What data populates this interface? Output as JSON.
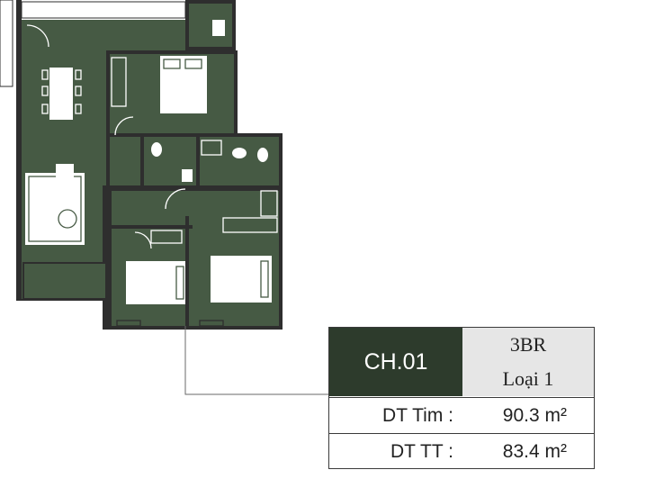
{
  "unit": {
    "code": "CH.01",
    "type": "3BR",
    "layout": "Loại 1",
    "area_gross_label": "DT Tim :",
    "area_gross_value": "90.3 m²",
    "area_net_label": "DT TT :",
    "area_net_value": "83.4 m²"
  },
  "colors": {
    "room_fill": "#465a44",
    "wall": "#2e2e2e",
    "furniture": "#ffffff",
    "label_bg": "#2d3b2c",
    "cell_bg": "#e6e6e6"
  }
}
